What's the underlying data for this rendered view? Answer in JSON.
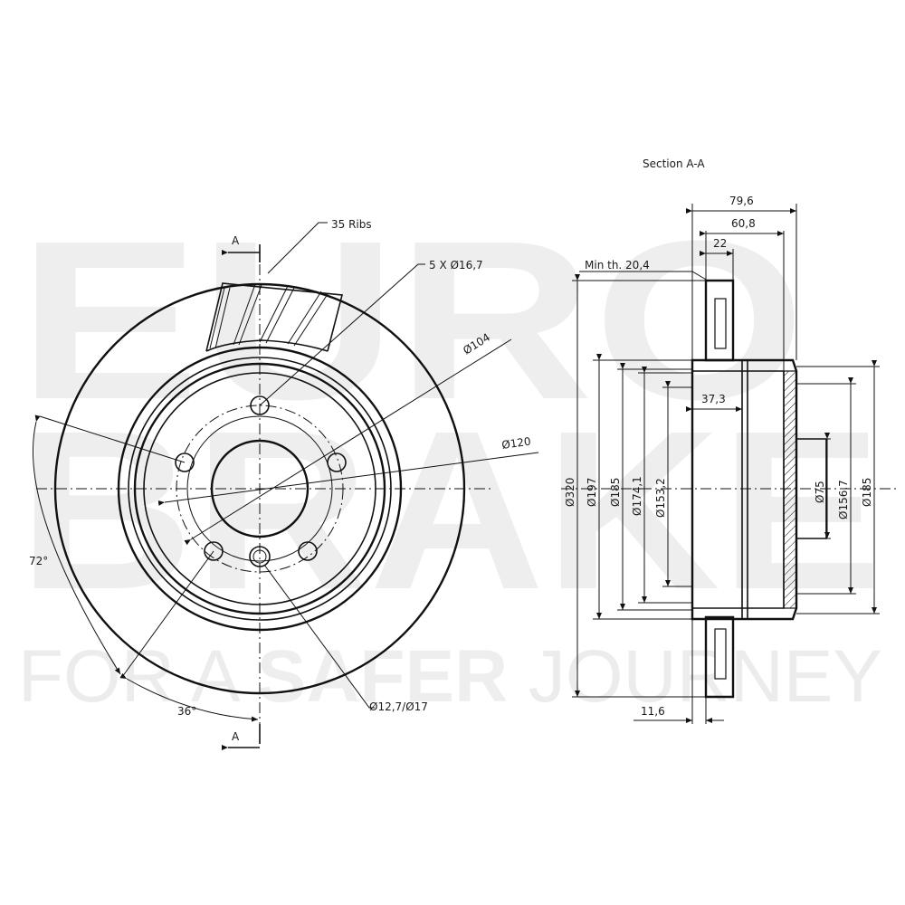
{
  "watermark": {
    "line1": "EURO",
    "line2": "BRAKE",
    "tagline_pre": "FOR A ",
    "tagline_bold": "SAFER",
    "tagline_post": " JOURNEY"
  },
  "front_view": {
    "section_mark_top": "A",
    "section_mark_bottom": "A",
    "ribs": "35 Ribs",
    "bolt_holes": "5 X Ø16,7",
    "pcd": "Ø104",
    "centre_ring": "Ø120",
    "hole_dia": "Ø12,7/Ø17",
    "angle_72": "72°",
    "angle_36": "36°"
  },
  "section_view": {
    "title": "Section A-A",
    "width_total": "79,6",
    "width_hat": "60,8",
    "disc_thickness": "22",
    "min_thickness": "Min th. 20,4",
    "offset": "37,3",
    "flange": "11,6",
    "d320": "Ø320",
    "d197": "Ø197",
    "d185_left": "Ø185",
    "d174": "Ø174,1",
    "d153": "Ø153,2",
    "d75": "Ø75",
    "d156": "Ø156,7",
    "d185_right": "Ø185"
  }
}
